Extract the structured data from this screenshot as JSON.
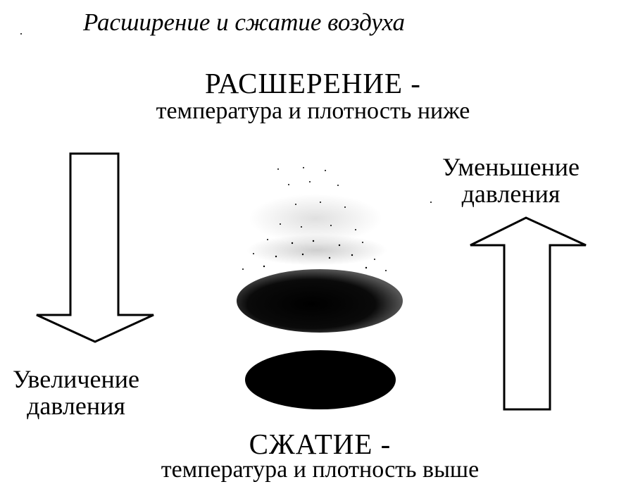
{
  "title": "Расширение и сжатие воздуха",
  "expansion": {
    "heading": "РАСШЕРЕНИЕ -",
    "subtitle": "температура и плотность ниже"
  },
  "decrease_pressure": {
    "line1": "Уменьшение",
    "line2": "давления"
  },
  "increase_pressure": {
    "line1": "Увеличение",
    "line2": "давления"
  },
  "compression": {
    "heading": "СЖАТИЕ -",
    "subtitle": "температура и плотность выше"
  },
  "colors": {
    "ink": "#000000",
    "background": "#ffffff"
  }
}
